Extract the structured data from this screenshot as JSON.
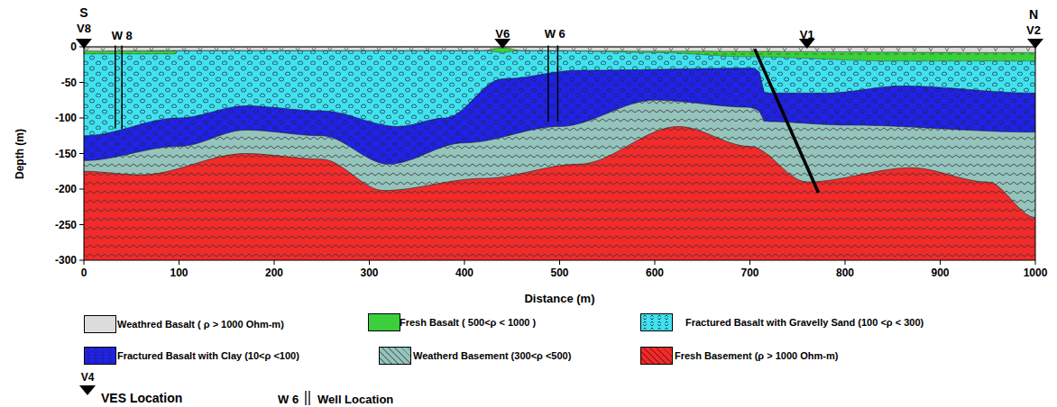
{
  "diagram": {
    "labels": [
      "S",
      "V8",
      "W 8",
      "V6",
      "W 6",
      "V1",
      "N",
      "V2",
      "0",
      "-50",
      "-100",
      "-150",
      "-200",
      "-250",
      "-300",
      "0",
      "100",
      "200",
      "300",
      "400",
      "500",
      "600",
      "700",
      "800",
      "900",
      "1000",
      "Depth (m)",
      "Distance (m)",
      "V4",
      "W 6"
    ],
    "legend": [
      {
        "text": "Weathred Basalt ( ρ > 1000 Ohm-m)",
        "color": "#dcdcdc"
      },
      {
        "text": "Fresh Basalt ( 500<ρ < 1000 )",
        "color": "#3ccf3c"
      },
      {
        "text": "Fractured Basalt with Gravelly Sand (100 <ρ < 300)",
        "color": "#40e2ef"
      },
      {
        "text": "Fractured Basalt with Clay (10<ρ <100)",
        "color": "#1f22e6"
      },
      {
        "text": "Weatherd Basement (300<ρ <500)",
        "color": "#95c4bd"
      },
      {
        "text": "Fresh Basement (ρ > 1000 Ohm-m)",
        "color": "#f22a2a"
      },
      {
        "text": "VES Location"
      },
      {
        "text": "Well Location"
      }
    ]
  }
}
